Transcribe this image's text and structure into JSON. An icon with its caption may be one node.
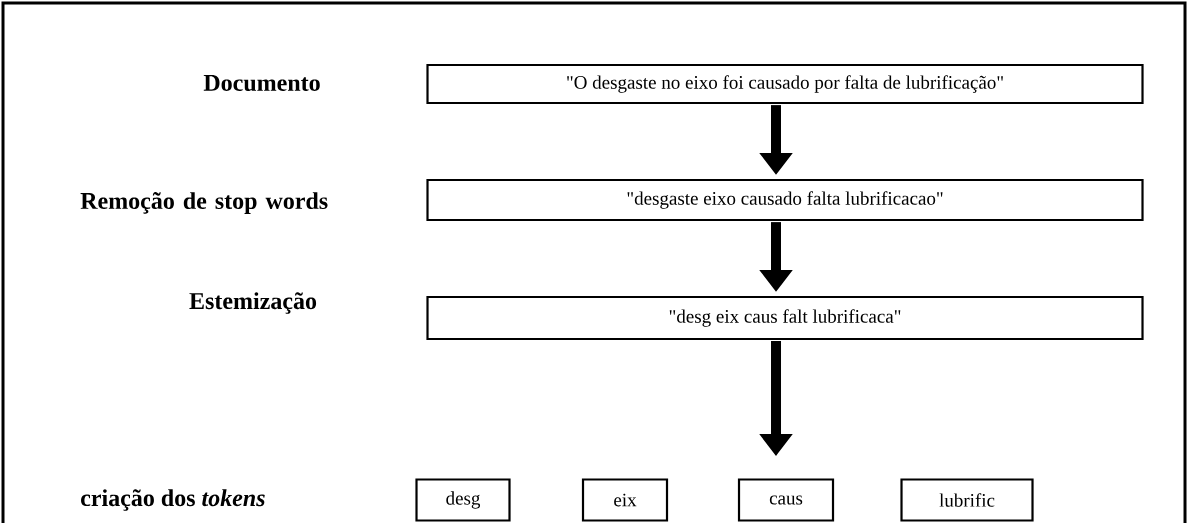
{
  "diagram": {
    "nodes": [
      {
        "text": [
          "\"O desgaste no eixo foi causado por falta de lubrificação\""
        ]
      },
      {
        "text": [
          "\"desgaste eixo causado falta lubrificacao\""
        ]
      },
      {
        "text": [
          "\"desg eix caus falt lubrificaca\""
        ]
      },
      {
        "text": [
          "desg"
        ]
      },
      {
        "text": [
          "eix"
        ]
      },
      {
        "text": [
          "caus"
        ]
      },
      {
        "text": [
          "lubrific"
        ]
      }
    ],
    "edges": [
      {
        "from": 0,
        "to": 1,
        "arrow": "to"
      },
      {
        "from": 1,
        "to": 2,
        "arrow": "to"
      },
      {
        "from": 2,
        "to": null,
        "arrow": "to"
      }
    ],
    "labels": [
      "Documento",
      "Remoção de stop words",
      "Estemização",
      "criação dos *tokens*"
    ]
  }
}
